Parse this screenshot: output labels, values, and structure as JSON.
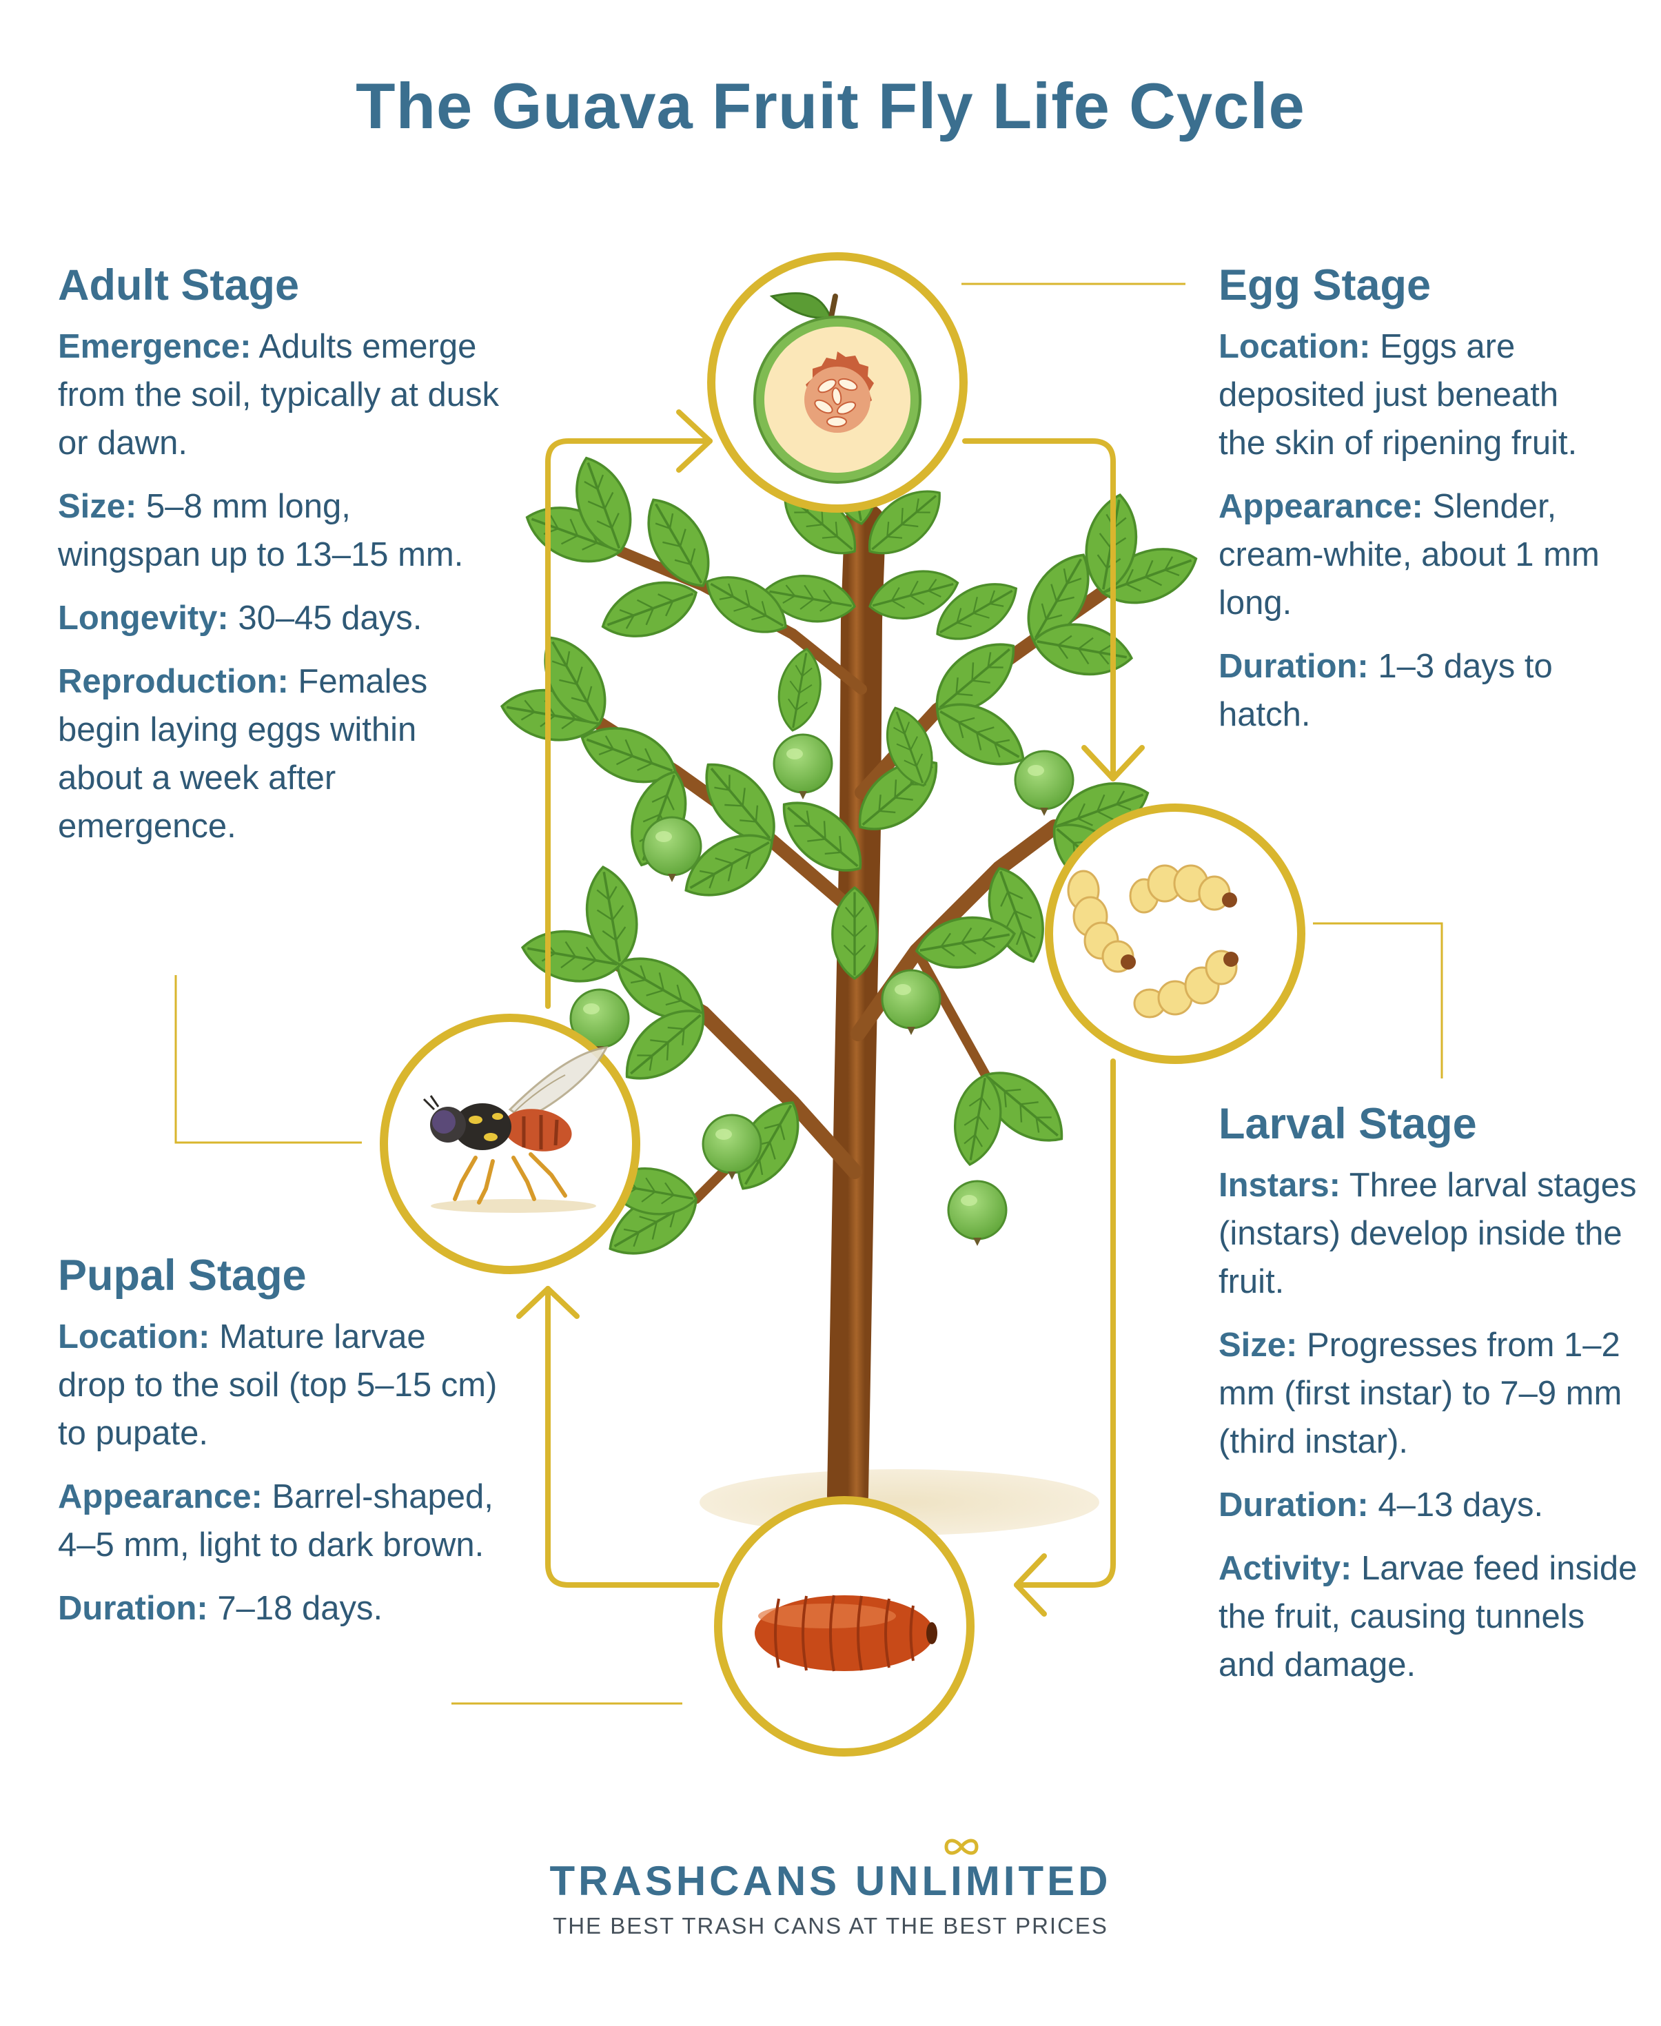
{
  "title": "The Guava Fruit Fly Life Cycle",
  "colors": {
    "heading": "#3b6f8f",
    "body_text": "#2f5976",
    "cycle_line": "#d9b62e",
    "leaf": "#6fb33e",
    "trunk": "#9a5b22",
    "fruit": "#7fc256"
  },
  "stages": {
    "adult": {
      "title": "Adult Stage",
      "items": [
        {
          "label": "Emergence:",
          "text": "Adults emerge from the soil, typically at dusk or dawn."
        },
        {
          "label": "Size:",
          "text": "5–8 mm long, wingspan up to 13–15 mm."
        },
        {
          "label": "Longevity:",
          "text": "30–45 days."
        },
        {
          "label": "Reproduction:",
          "text": "Females begin laying eggs within about a week after emergence."
        }
      ]
    },
    "egg": {
      "title": "Egg Stage",
      "items": [
        {
          "label": "Location:",
          "text": "Eggs are deposited just beneath the skin of ripening fruit."
        },
        {
          "label": "Appearance:",
          "text": "Slender, cream-white, about 1 mm long."
        },
        {
          "label": "Duration:",
          "text": "1–3 days to hatch."
        }
      ]
    },
    "larval": {
      "title": "Larval Stage",
      "items": [
        {
          "label": "Instars:",
          "text": "Three larval stages (instars) develop inside the fruit."
        },
        {
          "label": "Size:",
          "text": "Progresses from 1–2 mm (first instar) to 7–9 mm (third instar)."
        },
        {
          "label": "Duration:",
          "text": "4–13 days."
        },
        {
          "label": "Activity:",
          "text": "Larvae feed inside the fruit, causing tunnels and damage."
        }
      ]
    },
    "pupal": {
      "title": "Pupal Stage",
      "items": [
        {
          "label": "Location:",
          "text": "Mature larvae drop to the soil (top 5–15 cm) to pupate."
        },
        {
          "label": "Appearance:",
          "text": "Barrel-shaped, 4–5 mm, light to dark brown."
        },
        {
          "label": "Duration:",
          "text": "7–18 days."
        }
      ]
    }
  },
  "illustrations": {
    "egg_circle": "guava-cross-section-icon",
    "larva_circle": "larvae-icon",
    "pupa_circle": "pupa-icon",
    "adult_circle": "fruit-fly-icon",
    "center": "guava-tree"
  },
  "footer": {
    "brand": "TRASHCANS UNLIMITED",
    "tagline": "THE BEST TRASH CANS AT THE BEST PRICES"
  }
}
